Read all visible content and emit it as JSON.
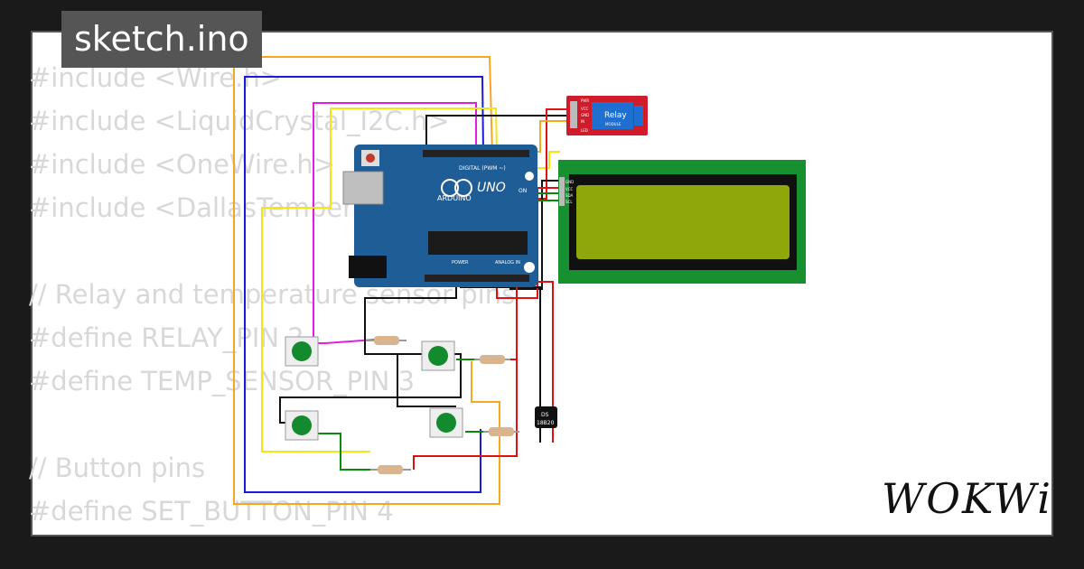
{
  "header": {
    "filename": "sketch.ino"
  },
  "code": {
    "lines": [
      "#include <Wire.h>",
      "#include <LiquidCrystal_I2C.h>",
      "#include <OneWire.h>",
      "#include <DallasTemperature.h>",
      "",
      "// Relay and temperature sensor pins",
      "#define RELAY_PIN 2",
      "#define TEMP_SENSOR_PIN 3",
      "",
      "// Button pins",
      "#define SET_BUTTON_PIN 4"
    ]
  },
  "components": {
    "arduino": {
      "brand": "ARDUINO",
      "model": "UNO",
      "digital_label": "DIGITAL (PWM ~)",
      "power_label": "POWER",
      "analog_label": "ANALOG IN",
      "on_label": "ON"
    },
    "relay": {
      "label": "Relay",
      "sublabel": "MODULE",
      "pins": [
        "PWR",
        "VCC",
        "GND",
        "IN",
        "LED"
      ]
    },
    "lcd": {
      "pins": [
        "GND",
        "VCC",
        "SDA",
        "SCL"
      ]
    },
    "sensor": {
      "line1": "DS",
      "line2": "18B20"
    }
  },
  "brand": {
    "logo": "WOKWi"
  },
  "colors": {
    "background": "#1a1a1a",
    "card": "#ffffff",
    "code_text": "#d8d8d8",
    "pcb": "#1f5d97",
    "lcd_board": "#17912f",
    "lcd_screen": "#8fa70a",
    "relay_board": "#d01b2b",
    "button_cap": "#138a2e",
    "wire_orange": "#f5a623",
    "wire_blue": "#1a1adb",
    "wire_magenta": "#e11de1",
    "wire_yellow": "#f2e70e",
    "wire_red": "#e01010",
    "wire_green": "#0a8a0a",
    "wire_black": "#111111"
  }
}
